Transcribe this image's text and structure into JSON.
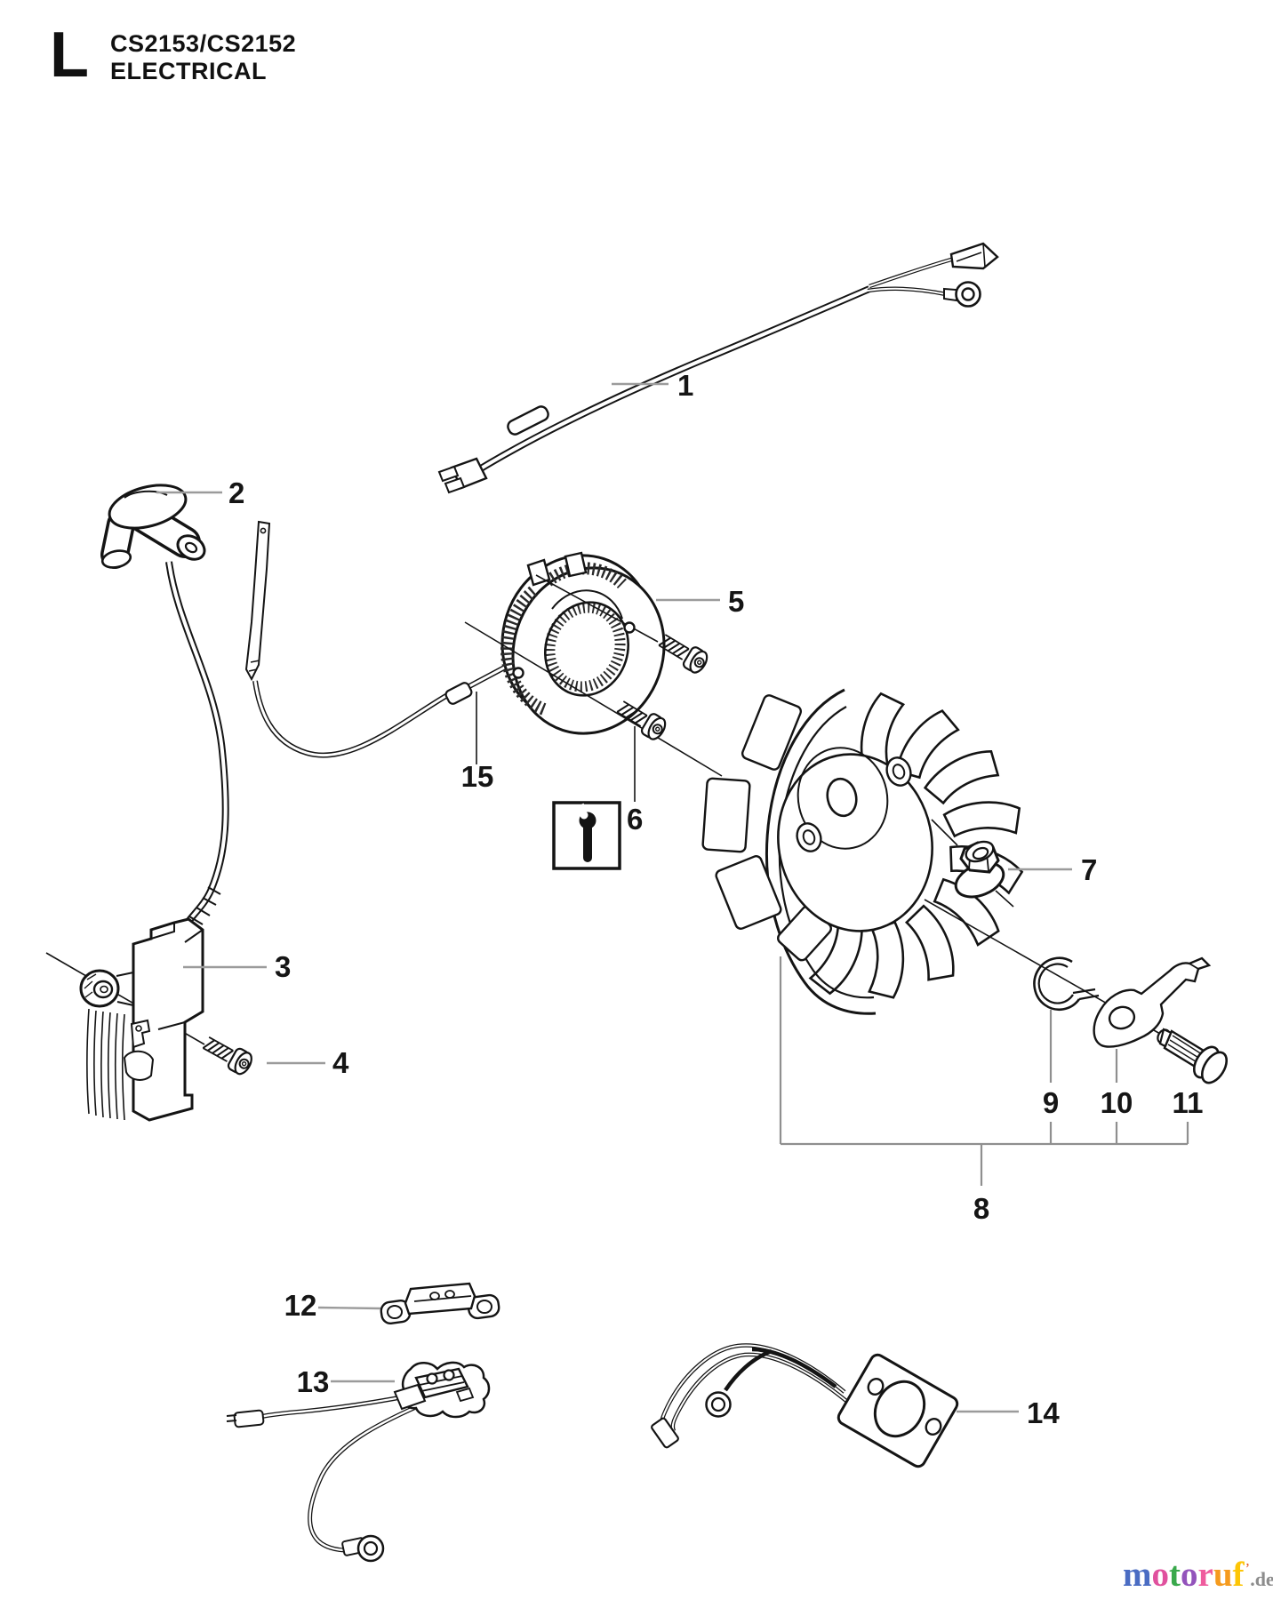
{
  "header": {
    "section_letter": "L",
    "model": "CS2153/CS2152",
    "title": "ELECTRICAL"
  },
  "callouts": {
    "1": "1",
    "2": "2",
    "3": "3",
    "4": "4",
    "5": "5",
    "6": "6",
    "7": "7",
    "8": "8",
    "9": "9",
    "10": "10",
    "11": "11",
    "12": "12",
    "13": "13",
    "14": "14",
    "15": "15"
  },
  "icons": {
    "tool_note": "wrench-icon"
  },
  "footer": {
    "logo": {
      "letters": [
        {
          "ch": "m",
          "color": "#4a6cc3"
        },
        {
          "ch": "o",
          "color": "#e0519e"
        },
        {
          "ch": "t",
          "color": "#3aa94c"
        },
        {
          "ch": "o",
          "color": "#9353bb"
        },
        {
          "ch": "r",
          "color": "#ef5b9d"
        },
        {
          "ch": "u",
          "color": "#f59b1e"
        },
        {
          "ch": "f",
          "color": "#fdc505"
        }
      ],
      "mark": "’",
      "mark_color": "#e2531f",
      "suffix": ".de"
    }
  }
}
